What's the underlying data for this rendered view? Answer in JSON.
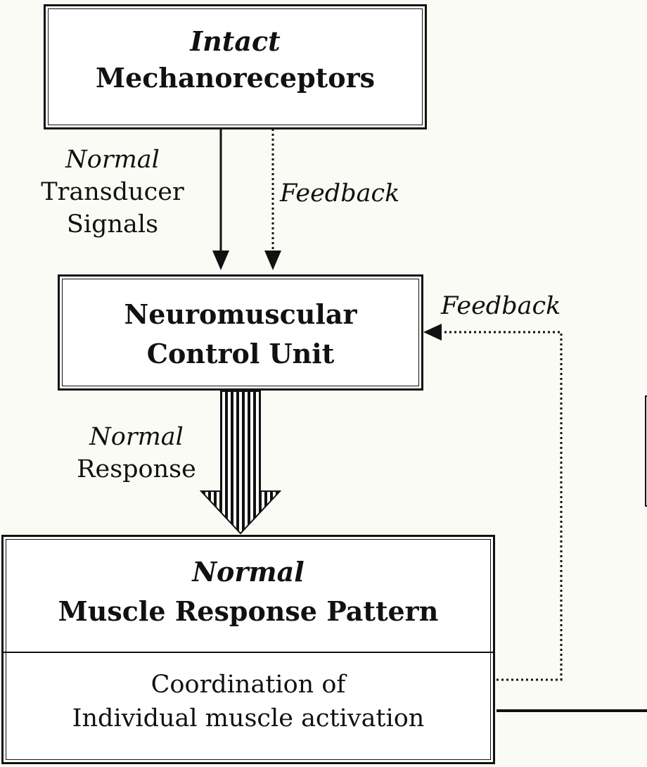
{
  "boxes": {
    "mechanoreceptors": {
      "qualifier": "Intact",
      "title": "Mechanoreceptors"
    },
    "control_unit": {
      "line1": "Neuromuscular",
      "line2": "Control Unit"
    },
    "muscle_pattern": {
      "qualifier": "Normal",
      "title": "Muscle Response Pattern",
      "detail_line1": "Coordination of",
      "detail_line2": "Individual muscle activation"
    }
  },
  "labels": {
    "transducer": {
      "qualifier": "Normal",
      "line1": "Transducer",
      "line2": "Signals"
    },
    "feedback_top": "Feedback",
    "feedback_right": "Feedback",
    "response": {
      "qualifier": "Normal",
      "line1": "Response"
    }
  }
}
